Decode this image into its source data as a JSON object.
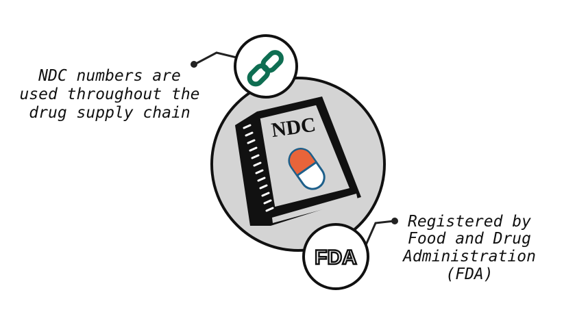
{
  "left_caption": {
    "lines": [
      "NDC numbers are",
      "used throughout the",
      "drug supply chain"
    ]
  },
  "right_caption": {
    "lines": [
      "Registered by",
      "Food and Drug",
      "Administration",
      "(FDA)"
    ]
  },
  "book": {
    "label": "NDC"
  },
  "fda_logo": {
    "label": "FDA"
  },
  "icons": [
    "link-icon",
    "book-icon",
    "pill-icon",
    "fda-logo"
  ],
  "colors": {
    "link": "#0f6e52",
    "pill_top": "#e8643a",
    "pill_outline": "#1d5f8a",
    "circle_fill": "#d4d4d4"
  }
}
